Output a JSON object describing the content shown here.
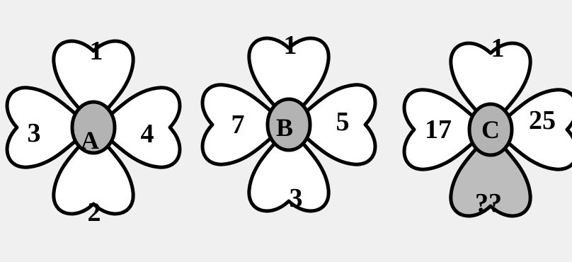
{
  "flowers": [
    {
      "id": "A",
      "center_label": "A",
      "petals": {
        "top": "1",
        "left": "3",
        "right": "4",
        "bottom": "2"
      },
      "shaded_petal": null
    },
    {
      "id": "B",
      "center_label": "B",
      "petals": {
        "top": "1",
        "left": "7",
        "right": "5",
        "bottom": "3"
      },
      "shaded_petal": null
    },
    {
      "id": "C",
      "center_label": "C",
      "petals": {
        "top": "1",
        "left": "17",
        "right": "25",
        "bottom": "??"
      },
      "shaded_petal": "bottom"
    }
  ],
  "colors": {
    "background": "#f0f0f0",
    "petal_fill": "#ffffff",
    "shaded_fill": "#bdbdbd",
    "center_fill": "#b3b3b3",
    "stroke": "#000000"
  }
}
